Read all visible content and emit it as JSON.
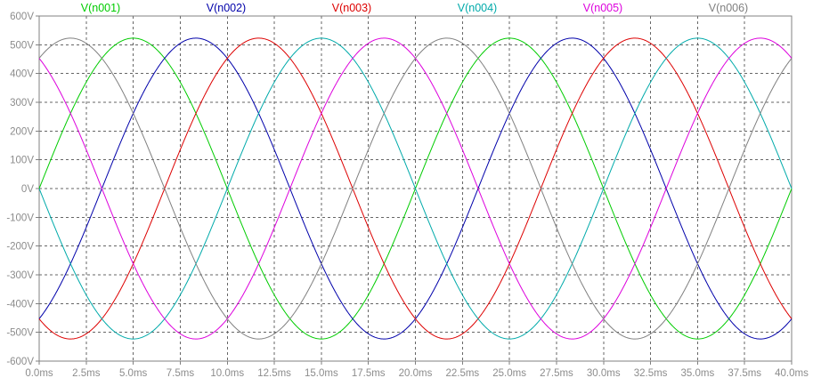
{
  "chart_data": {
    "type": "line",
    "title": "",
    "xlabel": "",
    "ylabel": "",
    "x_unit": "ms",
    "y_unit": "V",
    "xlim": [
      0,
      40
    ],
    "ylim": [
      -600,
      600
    ],
    "grid": true,
    "legend": "top",
    "x_ticks": [
      0,
      2.5,
      5,
      7.5,
      10,
      12.5,
      15,
      17.5,
      20,
      22.5,
      25,
      27.5,
      30,
      32.5,
      35,
      37.5,
      40
    ],
    "x_tick_labels": [
      "0.0ms",
      "2.5ms",
      "5.0ms",
      "7.5ms",
      "10.0ms",
      "12.5ms",
      "15.0ms",
      "17.5ms",
      "20.0ms",
      "22.5ms",
      "25.0ms",
      "27.5ms",
      "30.0ms",
      "32.5ms",
      "35.0ms",
      "37.5ms",
      "40.0ms"
    ],
    "y_ticks": [
      600,
      500,
      400,
      300,
      200,
      100,
      0,
      -100,
      -200,
      -300,
      -400,
      -500,
      -600
    ],
    "y_tick_labels": [
      "600V",
      "500V",
      "400V",
      "300V",
      "200V",
      "100V",
      "0V",
      "-100V",
      "-200V",
      "-300V",
      "-400V",
      "-500V",
      "-600V"
    ],
    "series": [
      {
        "name": "V(n001)",
        "color": "#00cc00",
        "amplitude": 523,
        "frequency_hz": 50,
        "phase_deg": 0
      },
      {
        "name": "V(n002)",
        "color": "#0000aa",
        "amplitude": 523,
        "frequency_hz": 50,
        "phase_deg": 60
      },
      {
        "name": "V(n003)",
        "color": "#dd0000",
        "amplitude": 523,
        "frequency_hz": 50,
        "phase_deg": 120
      },
      {
        "name": "V(n004)",
        "color": "#00aaaa",
        "amplitude": 523,
        "frequency_hz": 50,
        "phase_deg": 180
      },
      {
        "name": "V(n005)",
        "color": "#dd00dd",
        "amplitude": 523,
        "frequency_hz": 50,
        "phase_deg": 240
      },
      {
        "name": "V(n006)",
        "color": "#808080",
        "amplitude": 523,
        "frequency_hz": 50,
        "phase_deg": 300
      }
    ]
  }
}
